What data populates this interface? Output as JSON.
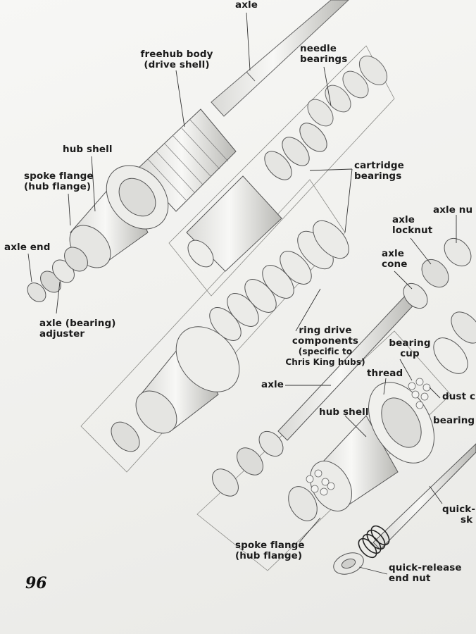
{
  "page_number": "96",
  "labels": {
    "axle_top": "axle",
    "freehub_1": "freehub body",
    "freehub_2": "(drive shell)",
    "needle_1": "needle",
    "needle_2": "bearings",
    "hub_shell_top": "hub shell",
    "spoke_flange_top_1": "spoke flange",
    "spoke_flange_top_2": "(hub flange)",
    "cartridge_1": "cartridge",
    "cartridge_2": "bearings",
    "axle_end": "axle end",
    "adjuster_1": "axle (bearing)",
    "adjuster_2": "adjuster",
    "axle_locknut_1": "axle",
    "axle_locknut_2": "locknut",
    "axle_nut": "axle nu",
    "axle_cone_1": "axle",
    "axle_cone_2": "cone",
    "ring_drive_1": "ring drive",
    "ring_drive_2": "components",
    "ring_drive_3": "(specific to",
    "ring_drive_4": "Chris King hubs)",
    "bearing_cup_1": "bearing",
    "bearing_cup_2": "cup",
    "thread": "thread",
    "axle_mid": "axle",
    "hub_shell_mid": "hub shell",
    "dust_cap": "dust c",
    "bearing_right": "bearing",
    "quick_1": "quick-",
    "quick_2": "sk",
    "spoke_flange_bot_1": "spoke flange",
    "spoke_flange_bot_2": "(hub flange)",
    "qr_nut_1": "quick-release",
    "qr_nut_2": "end nut"
  }
}
